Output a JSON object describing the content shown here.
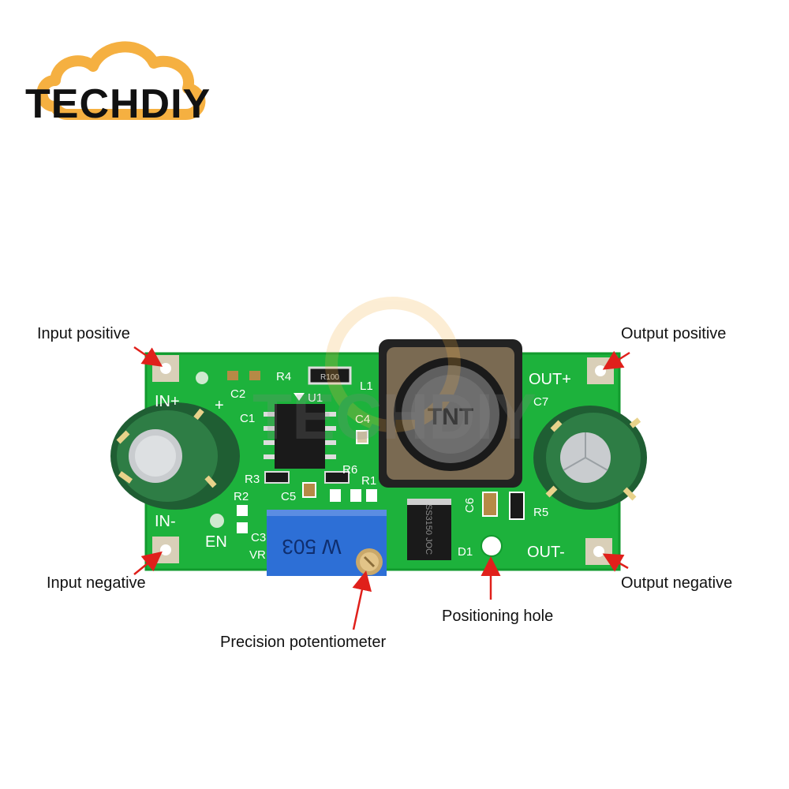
{
  "brand": {
    "name": "TECHDIY",
    "accent_color": "#F5B041",
    "text_color": "#111111"
  },
  "callouts": {
    "input_positive": "Input positive",
    "input_negative": "Input negative",
    "output_positive": "Output positive",
    "output_negative": "Output negative",
    "precision_potentiometer": "Precision potentiometer",
    "positioning_hole": "Positioning hole"
  },
  "board": {
    "pcb_color": "#1DB23C",
    "arrow_color": "#E0201B",
    "silkscreen": {
      "in_plus": "IN+",
      "in_minus": "IN-",
      "out_plus": "OUT+",
      "out_minus": "OUT-",
      "en": "EN",
      "plus": "+",
      "c1": "C1",
      "c2": "C2",
      "c3": "C3",
      "c4": "C4",
      "c5": "C5",
      "c6": "C6",
      "c7": "C7",
      "r1": "R1",
      "r2": "R2",
      "r3": "R3",
      "r4": "R4",
      "r5": "R5",
      "r6": "R6",
      "u1": "U1",
      "l1": "L1",
      "d1": "D1",
      "vr": "VR"
    },
    "component_markings": {
      "inductor": "TNT",
      "diode": "SS3150 JOC",
      "potentiometer": "W 503",
      "resistor_r4": "R100"
    }
  },
  "watermark": "TECHDIY"
}
